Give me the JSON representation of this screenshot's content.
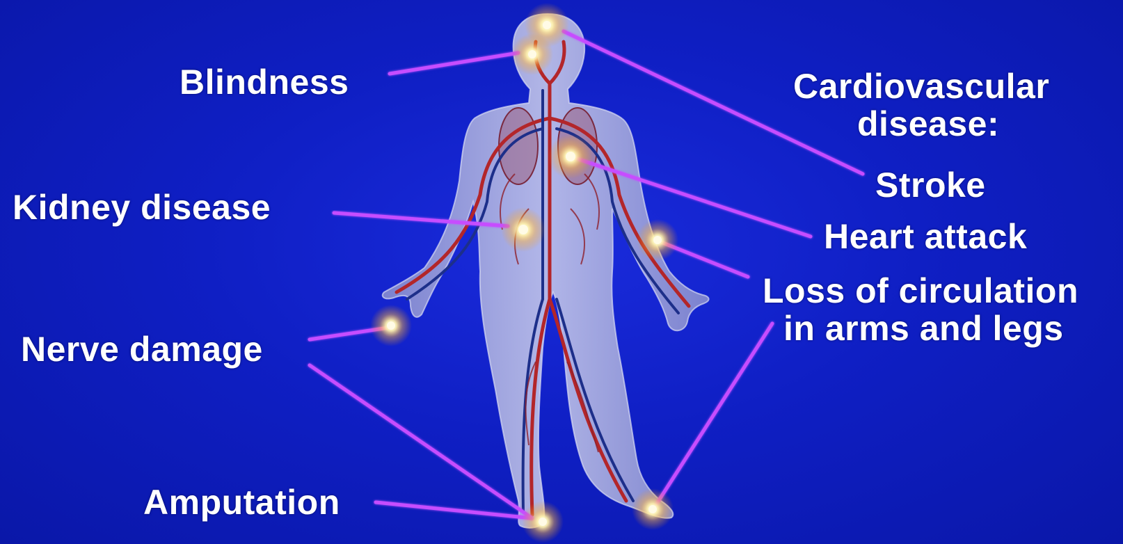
{
  "colors": {
    "background": "#0f1fc4",
    "connector": "#c64dff",
    "label_text": "#ffffff",
    "artery": "#b3262a",
    "vein": "#1d2f8a",
    "body_fill": "#a9acd9"
  },
  "labels": {
    "blindness": "Blindness",
    "kidney": "Kidney disease",
    "nerve": "Nerve damage",
    "amputation": "Amputation",
    "cardio_line1": "Cardiovascular",
    "cardio_line2": "disease:",
    "stroke": "Stroke",
    "heart_attack": "Heart attack",
    "circulation_line1": "Loss of circulation",
    "circulation_line2": "in arms and legs"
  },
  "icons": {
    "figure": "human-circulatory-system-figure",
    "hotspot": "glowing-hotspot-icon"
  }
}
